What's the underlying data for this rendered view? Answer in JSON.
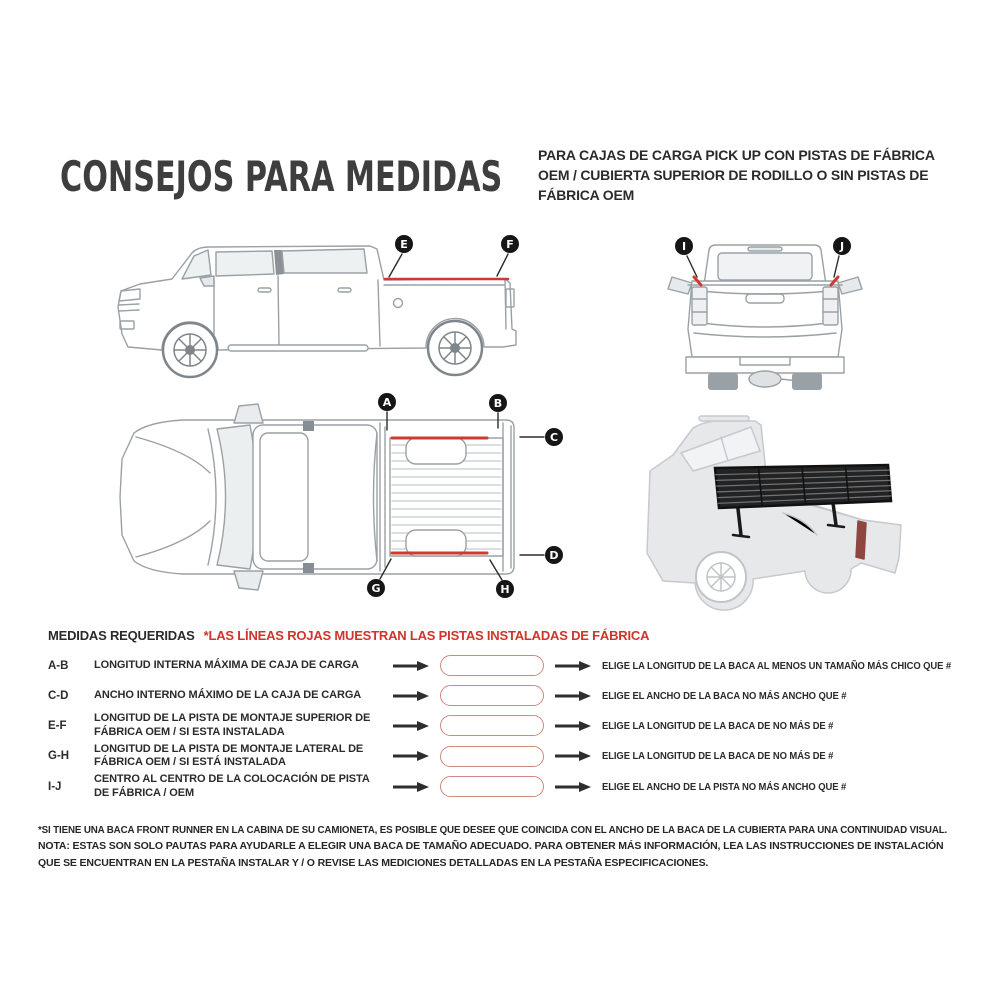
{
  "header": {
    "title": "CONSEJOS PARA MEDIDAS",
    "subtitle": "PARA CAJAS DE CARGA PICK UP CON PISTAS DE FÁBRICA OEM / CUBIERTA SUPERIOR DE RODILLO O SIN PISTAS DE FÁBRICA OEM"
  },
  "markers": {
    "a": "A",
    "b": "B",
    "c": "C",
    "d": "D",
    "e": "E",
    "f": "F",
    "g": "G",
    "h": "H",
    "i": "I",
    "j": "J"
  },
  "legend": {
    "label": "MEDIDAS REQUERIDAS",
    "red_note": "*LAS LÍNEAS ROJAS MUESTRAN LAS PISTAS INSTALADAS DE FÁBRICA"
  },
  "measurements": [
    {
      "code": "A-B",
      "description": "LONGITUD INTERNA MÁXIMA DE CAJA DE CARGA",
      "instruction": "ELIGE LA LONGITUD DE LA BACA AL MENOS UN TAMAÑO MÁS CHICO QUE #"
    },
    {
      "code": "C-D",
      "description": "ANCHO INTERNO MÁXIMO DE LA CAJA DE CARGA",
      "instruction": "ELIGE EL ANCHO DE LA BACA NO MÁS ANCHO QUE #"
    },
    {
      "code": "E-F",
      "description": "LONGITUD DE LA PISTA DE MONTAJE SUPERIOR DE FÁBRICA OEM / SI ESTA INSTALADA",
      "instruction": "ELIGE LA LONGITUD DE LA BACA DE NO MÁS DE #"
    },
    {
      "code": "G-H",
      "description": "LONGITUD DE LA PISTA DE MONTAJE LATERAL DE FÁBRICA OEM / SI ESTÁ INSTALADA",
      "instruction": "ELIGE LA LONGITUD DE LA BACA DE NO MÁS DE #"
    },
    {
      "code": "I-J",
      "description": "CENTRO AL CENTRO DE LA COLOCACIÓN DE PISTA DE FÁBRICA / OEM",
      "instruction": "ELIGE EL ANCHO DE LA PISTA NO MÁS ANCHO QUE #"
    }
  ],
  "footnotes": {
    "visual_note": "*SI TIENE UNA BACA FRONT RUNNER EN LA CABINA DE SU CAMIONETA, ES POSIBLE QUE DESEE QUE COINCIDA CON EL ANCHO DE LA BACA DE LA CUBIERTA PARA UNA CONTINUIDAD VISUAL.",
    "general_note": "NOTA: ESTAS SON SOLO PAUTAS PARA AYUDARLE A ELEGIR UNA BACA DE TAMAÑO ADECUADO. PARA OBTENER MÁS INFORMACIÓN, LEA LAS INSTRUCCIONES DE INSTALACIÓN QUE SE ENCUENTRAN EN LA PESTAÑA INSTALAR Y / O REVISE LAS MEDICIONES DETALLADAS EN LA PESTAÑA ESPECIFICACIONES."
  },
  "icons": {
    "flow_arrow": "arrow-right-icon"
  },
  "colors": {
    "accent_red": "#d0342c",
    "blank_field_border": "#d0897f",
    "text_dark": "#2b2b2b",
    "title_gray": "#3e3e3e",
    "line_art_gray": "#9aa1a6",
    "marker_black": "#161616",
    "rack_black": "#222222"
  }
}
